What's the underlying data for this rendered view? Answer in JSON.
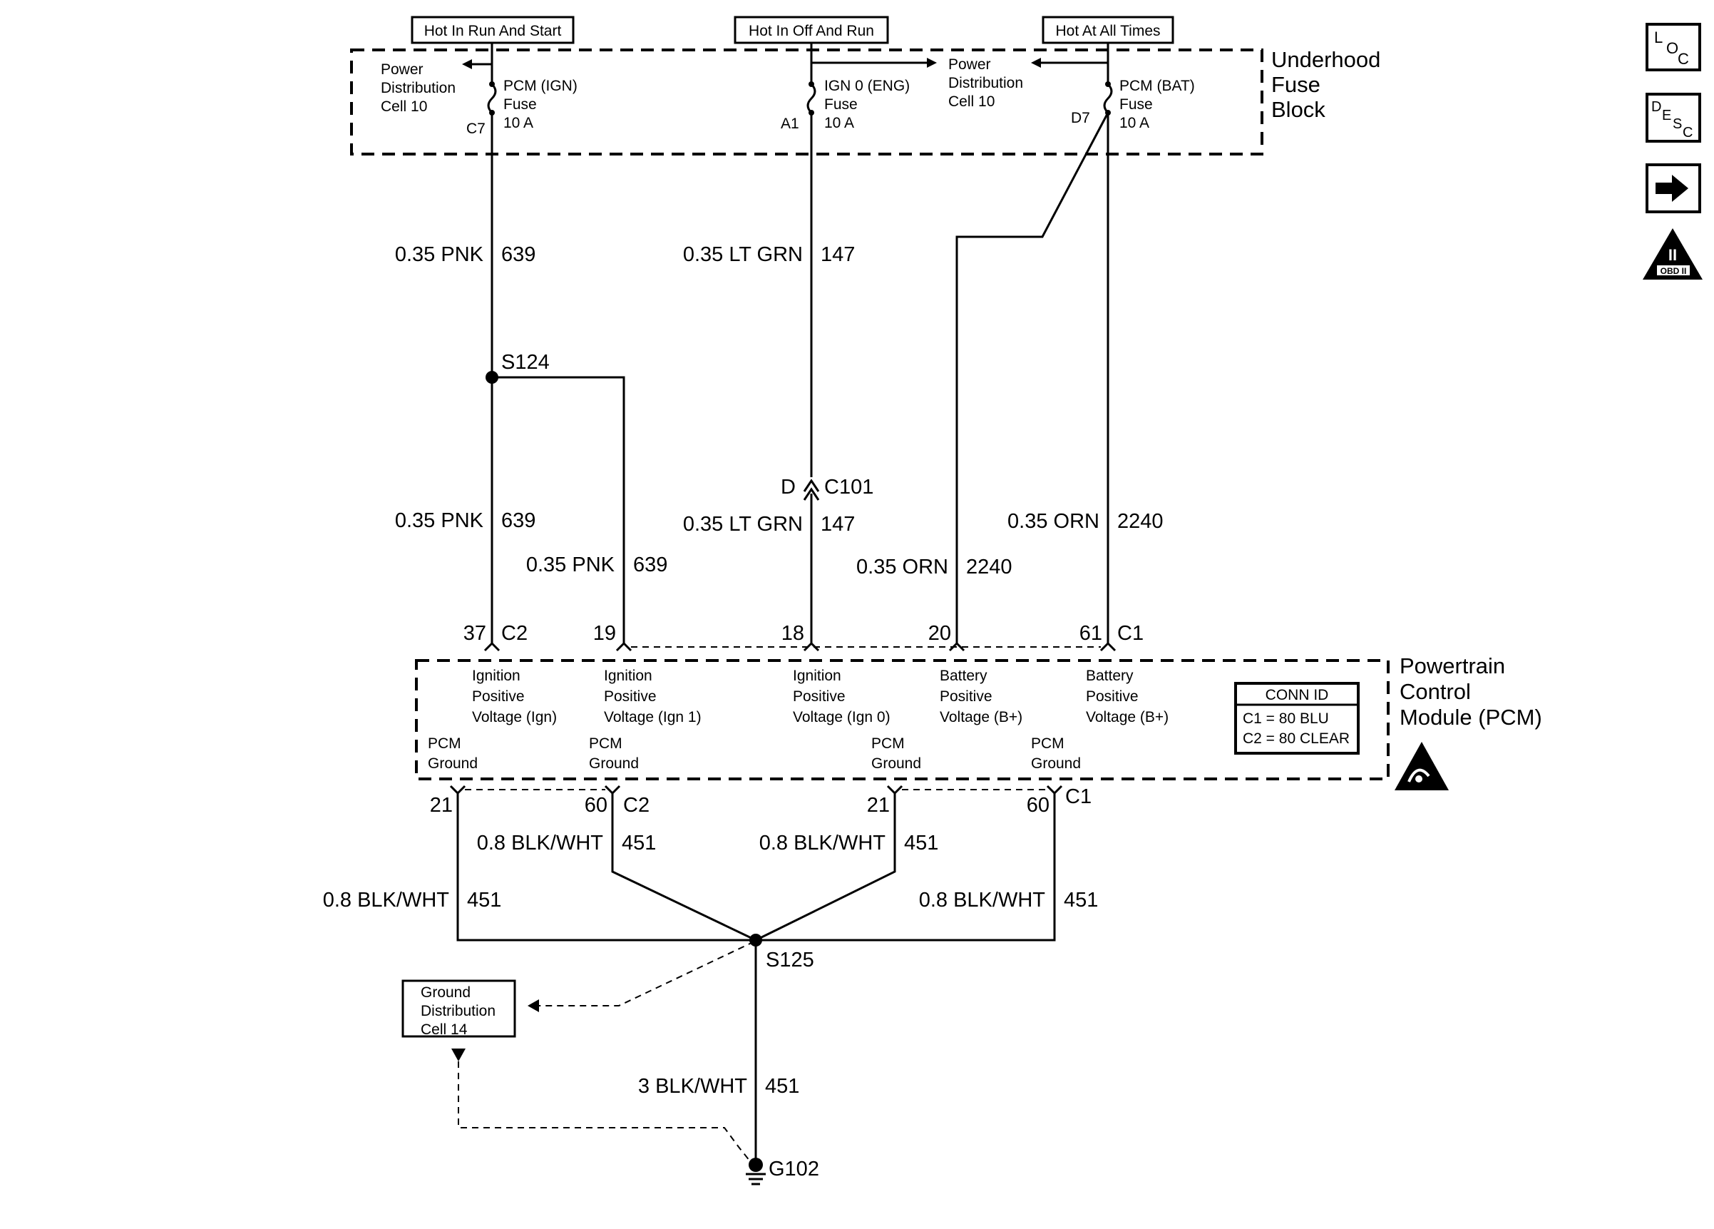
{
  "headers": {
    "run_start": "Hot In Run And Start",
    "off_run": "Hot In Off And Run",
    "all_times": "Hot At All Times"
  },
  "fuse_block": {
    "title": [
      "Underhood",
      "Fuse",
      "Block"
    ],
    "power_dist_left": [
      "Power",
      "Distribution",
      "Cell 10"
    ],
    "power_dist_right": [
      "Power",
      "Distribution",
      "Cell 10"
    ],
    "fuse_ign": [
      "PCM (IGN)",
      "Fuse",
      "10 A"
    ],
    "fuse_eng": [
      "IGN 0 (ENG)",
      "Fuse",
      "10 A"
    ],
    "fuse_bat": [
      "PCM (BAT)",
      "Fuse",
      "10 A"
    ],
    "term_c7": "C7",
    "term_a1": "A1",
    "term_d7": "D7"
  },
  "wires": {
    "pnk_top": "0.35 PNK",
    "pnk_num_top": "639",
    "pnk_a": "0.35 PNK",
    "pnk_num_a": "639",
    "pnk_b": "0.35 PNK",
    "pnk_num_b": "639",
    "grn_top": "0.35 LT GRN",
    "grn_num_top": "147",
    "grn_bot": "0.35 LT GRN",
    "grn_num_bot": "147",
    "orn_a": "0.35 ORN",
    "orn_num_a": "2240",
    "orn_b": "0.35 ORN",
    "orn_num_b": "2240",
    "bw_1": "0.8 BLK/WHT",
    "bw_num_1": "451",
    "bw_2": "0.8 BLK/WHT",
    "bw_num_2": "451",
    "bw_3": "0.8 BLK/WHT",
    "bw_num_3": "451",
    "bw_4": "0.8 BLK/WHT",
    "bw_num_4": "451",
    "bw_main": "3 BLK/WHT",
    "bw_num_main": "451"
  },
  "splices": {
    "s124": "S124",
    "s125": "S125",
    "g102": "G102"
  },
  "inline_conn": {
    "pin": "D",
    "name": "C101"
  },
  "pins": {
    "p37": "37",
    "c2_top": "C2",
    "p19": "19",
    "p18": "18",
    "p20": "20",
    "p61": "61",
    "c1_top": "C1",
    "g21a": "21",
    "g60a": "60",
    "c2_bot": "C2",
    "g21b": "21",
    "g60b": "60",
    "c1_bot": "C1"
  },
  "pcm": {
    "title": [
      "Powertrain",
      "Control",
      "Module (PCM)"
    ],
    "ign": [
      "Ignition",
      "Positive",
      "Voltage (Ign)"
    ],
    "ign1": [
      "Ignition",
      "Positive",
      "Voltage (Ign 1)"
    ],
    "ign0": [
      "Ignition",
      "Positive",
      "Voltage (Ign 0)"
    ],
    "bat1": [
      "Battery",
      "Positive",
      "Voltage (B+)"
    ],
    "bat2": [
      "Battery",
      "Positive",
      "Voltage (B+)"
    ],
    "gnd1": [
      "PCM",
      "Ground"
    ],
    "gnd2": [
      "PCM",
      "Ground"
    ],
    "gnd3": [
      "PCM",
      "Ground"
    ],
    "gnd4": [
      "PCM",
      "Ground"
    ],
    "conn_id": "CONN ID",
    "conn_c1": "C1 = 80 BLU",
    "conn_c2": "C2 = 80 CLEAR"
  },
  "ground_dist": [
    "Ground",
    "Distribution",
    "Cell 14"
  ],
  "side_icons": {
    "loc": [
      "L",
      "O",
      "C"
    ],
    "desc": [
      "D",
      "E",
      "S",
      "C"
    ],
    "obd": [
      "II",
      "OBD II"
    ]
  }
}
